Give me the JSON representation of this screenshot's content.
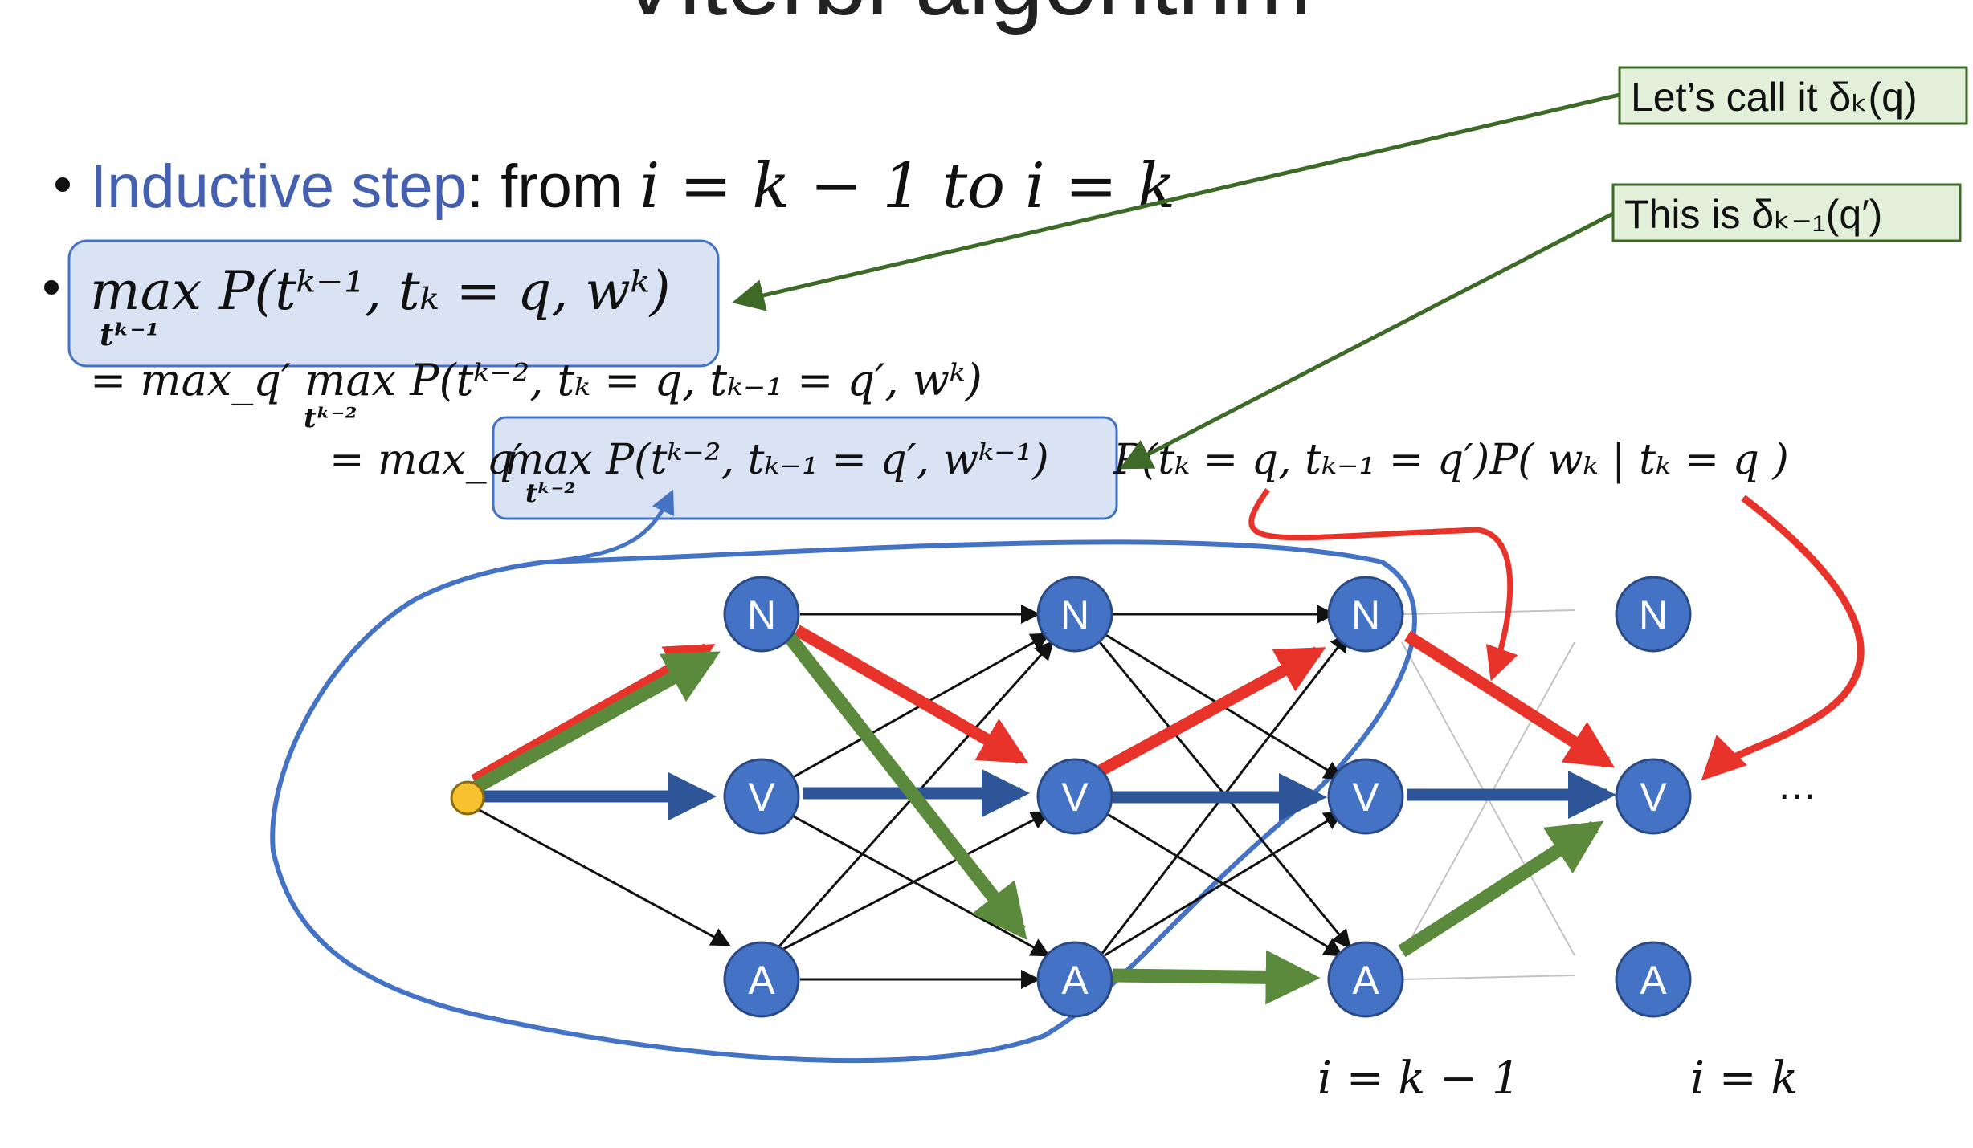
{
  "title": "Viterbi algorithm",
  "bullet1": {
    "term": "Inductive step",
    "colon": ": from ",
    "expr": "i = k − 1 to i = k"
  },
  "bullet2": {
    "lhs": "max P(tᵏ⁻¹, tₖ = q, wᵏ)",
    "lhs_sub": "tᵏ⁻¹",
    "line2": "= max_q′ max P(tᵏ⁻², tₖ = q, tₖ₋₁ = q′, wᵏ)",
    "line2_sub": "tᵏ⁻²",
    "line3_boxed": "max P(tᵏ⁻², tₖ₋₁ = q′, wᵏ⁻¹)",
    "line3_prefix": "= max_q′",
    "line3_sub": "tᵏ⁻²",
    "line3_rest": "P(tₖ = q, tₖ₋₁ = q′)P( wₖ | tₖ = q )"
  },
  "callouts": {
    "delta_k": "Let’s call it δₖ(q)",
    "delta_km1": "This is  δₖ₋₁(q′)"
  },
  "trellis": {
    "tags": [
      "N",
      "V",
      "A"
    ],
    "ellipsis": "…",
    "label_km1": "i = k − 1",
    "label_k": "i = k"
  },
  "colors": {
    "node": "#4472c4",
    "start": "#f6c22f",
    "red_path": "#e8332a",
    "green_path": "#5b8a3c",
    "blue_path": "#2e5597",
    "region": "#4472c4",
    "callout_fill": "#e2efd9",
    "callout_border": "#3d6b27",
    "box_fill": "#dae3f3"
  }
}
